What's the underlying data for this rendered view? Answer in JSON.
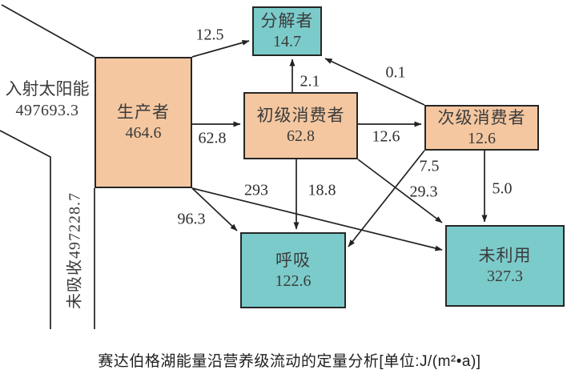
{
  "diagram": {
    "caption": "赛达伯格湖能量沿营养级流动的定量分析[单位:J/(m²•a)]",
    "side": {
      "incident_label": "入射太阳能",
      "incident_value": "497693.3",
      "unabsorbed_text": "未吸收497228.7"
    },
    "boxes": {
      "producer": {
        "label": "生产者",
        "value": "464.6"
      },
      "decomposer": {
        "label": "分解者",
        "value": "14.7"
      },
      "primary_consumer": {
        "label": "初级消费者",
        "value": "62.8"
      },
      "secondary_consumer": {
        "label": "次级消费者",
        "value": "12.6"
      },
      "respiration": {
        "label": "呼吸",
        "value": "122.6"
      },
      "unused": {
        "label": "未利用",
        "value": "327.3"
      }
    },
    "flows": {
      "producer_to_decomposer": "12.5",
      "producer_to_primary": "62.8",
      "primary_to_decomposer": "2.1",
      "secondary_to_decomposer": "0.1",
      "primary_to_secondary": "12.6",
      "secondary_to_unused": "5.0",
      "secondary_to_respiration": "7.5",
      "primary_to_unused": "29.3",
      "primary_to_respiration": "18.8",
      "producer_to_respiration": "96.3",
      "producer_to_unused": "293"
    },
    "colors": {
      "producer_fill": "#f4c7a0",
      "sink_fill": "#7bcbca",
      "line": "#222222",
      "text": "#3b3b3b"
    }
  }
}
